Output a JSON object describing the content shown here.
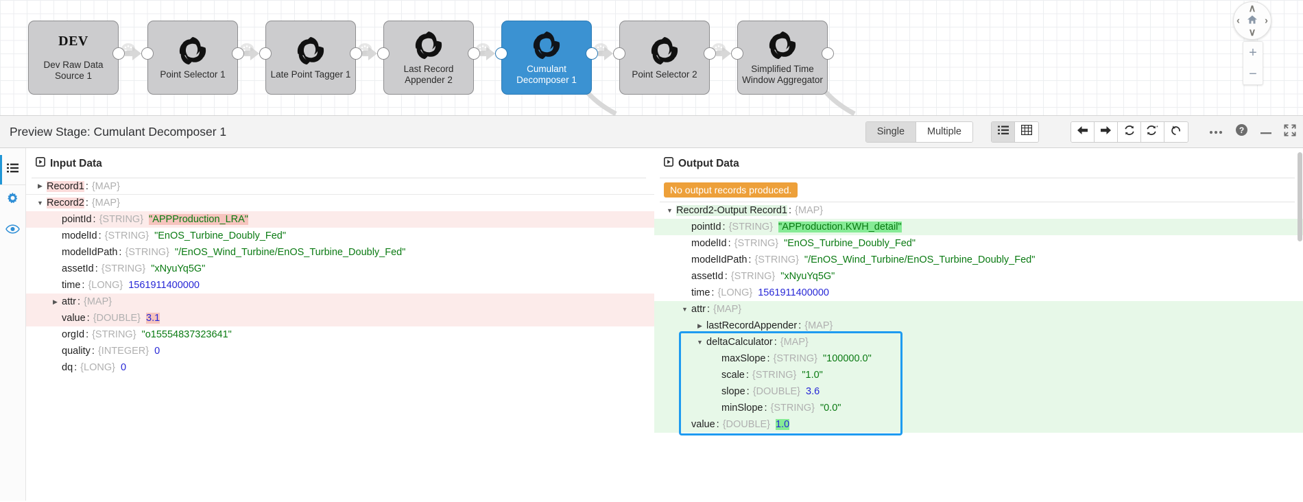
{
  "canvas": {
    "nodes": [
      {
        "name": "dev-raw-data-source-1",
        "title": "DEV",
        "label": "Dev Raw Data\nSource 1",
        "selected": false,
        "has_logo": false
      },
      {
        "name": "point-selector-1",
        "label": "Point Selector 1",
        "selected": false,
        "has_logo": true
      },
      {
        "name": "late-point-tagger-1",
        "label": "Late Point Tagger 1",
        "selected": false,
        "has_logo": true
      },
      {
        "name": "last-record-appender-2",
        "label": "Last Record\nAppender 2",
        "selected": false,
        "has_logo": true
      },
      {
        "name": "cumulant-decomposer-1",
        "label": "Cumulant\nDecomposer 1",
        "selected": true,
        "has_logo": true
      },
      {
        "name": "point-selector-2",
        "label": "Point Selector 2",
        "selected": false,
        "has_logo": true
      },
      {
        "name": "simplified-time-window-aggregator",
        "label": "Simplified Time\nWindow Aggregator",
        "selected": false,
        "has_logo": true
      }
    ],
    "controls": {
      "pan_up": "∧",
      "pan_down": "∨",
      "pan_left": "‹",
      "pan_right": "›",
      "home": "⌂",
      "zoom_in": "+",
      "zoom_out": "−"
    },
    "selected_color": "#3b92d2"
  },
  "preview": {
    "title": "Preview Stage: Cumulant Decomposer 1",
    "mode_buttons": [
      {
        "label": "Single",
        "active": true
      },
      {
        "label": "Multiple",
        "active": false
      }
    ],
    "view_buttons": [
      {
        "icon": "list-view-icon",
        "active": true
      },
      {
        "icon": "table-view-icon",
        "active": false
      }
    ],
    "nav_buttons": [
      {
        "icon": "arrow-left-icon"
      },
      {
        "icon": "arrow-right-icon"
      },
      {
        "icon": "refresh-icon"
      },
      {
        "icon": "refresh-star-icon"
      },
      {
        "icon": "undo-icon"
      }
    ],
    "plain_buttons": [
      {
        "icon": "more-options-icon"
      },
      {
        "icon": "help-icon"
      },
      {
        "icon": "minimize-icon"
      },
      {
        "icon": "expand-icon"
      }
    ]
  },
  "rail": {
    "items": [
      {
        "name": "sidebar-item-list",
        "icon": "list-icon",
        "active": true
      },
      {
        "name": "sidebar-item-settings",
        "icon": "gear-icon",
        "active": false
      },
      {
        "name": "sidebar-item-preview",
        "icon": "eye-icon",
        "active": false
      }
    ]
  },
  "input_panel": {
    "heading": "Input Data",
    "icon": "play-box-icon",
    "rows": [
      {
        "indent": 0,
        "tri": "▶",
        "key": "Record1",
        "key_hl": "pink",
        "type": "{MAP}",
        "value": "",
        "val_kind": "",
        "row_hl": "",
        "sep": true
      },
      {
        "indent": 0,
        "tri": "▼",
        "key": "Record2",
        "key_hl": "pink",
        "type": "{MAP}",
        "value": "",
        "val_kind": "",
        "row_hl": "",
        "sep": false
      },
      {
        "indent": 1,
        "tri": "",
        "key": "pointId",
        "key_hl": "",
        "type": "{STRING}",
        "value": "\"APPProduction_LRA\"",
        "val_kind": "str",
        "val_hl": "pink",
        "row_hl": "pink",
        "sep": false
      },
      {
        "indent": 1,
        "tri": "",
        "key": "modelId",
        "key_hl": "",
        "type": "{STRING}",
        "value": "\"EnOS_Turbine_Doubly_Fed\"",
        "val_kind": "str",
        "val_hl": "",
        "row_hl": "",
        "sep": false
      },
      {
        "indent": 1,
        "tri": "",
        "key": "modelIdPath",
        "key_hl": "",
        "type": "{STRING}",
        "value": "\"/EnOS_Wind_Turbine/EnOS_Turbine_Doubly_Fed\"",
        "val_kind": "str",
        "val_hl": "",
        "row_hl": "",
        "sep": false
      },
      {
        "indent": 1,
        "tri": "",
        "key": "assetId",
        "key_hl": "",
        "type": "{STRING}",
        "value": "\"xNyuYq5G\"",
        "val_kind": "str",
        "val_hl": "",
        "row_hl": "",
        "sep": false
      },
      {
        "indent": 1,
        "tri": "",
        "key": "time",
        "key_hl": "",
        "type": "{LONG}",
        "value": "1561911400000",
        "val_kind": "num",
        "val_hl": "",
        "row_hl": "",
        "sep": false
      },
      {
        "indent": 1,
        "tri": "▶",
        "key": "attr",
        "key_hl": "",
        "type": "{MAP}",
        "value": "",
        "val_kind": "",
        "val_hl": "",
        "row_hl": "pink",
        "sep": false
      },
      {
        "indent": 1,
        "tri": "",
        "key": "value",
        "key_hl": "",
        "type": "{DOUBLE}",
        "value": "3.1",
        "val_kind": "num",
        "val_hl": "pink",
        "row_hl": "pink",
        "sep": false
      },
      {
        "indent": 1,
        "tri": "",
        "key": "orgId",
        "key_hl": "",
        "type": "{STRING}",
        "value": "\"o15554837323641\"",
        "val_kind": "str",
        "val_hl": "",
        "row_hl": "",
        "sep": false
      },
      {
        "indent": 1,
        "tri": "",
        "key": "quality",
        "key_hl": "",
        "type": "{INTEGER}",
        "value": "0",
        "val_kind": "num",
        "val_hl": "",
        "row_hl": "",
        "sep": false
      },
      {
        "indent": 1,
        "tri": "",
        "key": "dq",
        "key_hl": "",
        "type": "{LONG}",
        "value": "0",
        "val_kind": "num",
        "val_hl": "",
        "row_hl": "",
        "sep": false
      }
    ]
  },
  "output_panel": {
    "heading": "Output Data",
    "icon": "play-box-icon",
    "badge": "No output records produced.",
    "badge_color": "#eda03a",
    "rows": [
      {
        "indent": 0,
        "tri": "▼",
        "key": "Record2-Output Record1",
        "key_hl": "green",
        "type": "{MAP}",
        "value": "",
        "val_kind": "",
        "val_hl": "",
        "row_hl": "",
        "sep": false
      },
      {
        "indent": 1,
        "tri": "",
        "key": "pointId",
        "key_hl": "",
        "type": "{STRING}",
        "value": "\"APProduction.KWH_detail\"",
        "val_kind": "str",
        "val_hl": "green",
        "row_hl": "green",
        "sep": false
      },
      {
        "indent": 1,
        "tri": "",
        "key": "modelId",
        "key_hl": "",
        "type": "{STRING}",
        "value": "\"EnOS_Turbine_Doubly_Fed\"",
        "val_kind": "str",
        "val_hl": "",
        "row_hl": "",
        "sep": false
      },
      {
        "indent": 1,
        "tri": "",
        "key": "modelIdPath",
        "key_hl": "",
        "type": "{STRING}",
        "value": "\"/EnOS_Wind_Turbine/EnOS_Turbine_Doubly_Fed\"",
        "val_kind": "str",
        "val_hl": "",
        "row_hl": "",
        "sep": false
      },
      {
        "indent": 1,
        "tri": "",
        "key": "assetId",
        "key_hl": "",
        "type": "{STRING}",
        "value": "\"xNyuYq5G\"",
        "val_kind": "str",
        "val_hl": "",
        "row_hl": "",
        "sep": false
      },
      {
        "indent": 1,
        "tri": "",
        "key": "time",
        "key_hl": "",
        "type": "{LONG}",
        "value": "1561911400000",
        "val_kind": "num",
        "val_hl": "",
        "row_hl": "",
        "sep": false
      },
      {
        "indent": 1,
        "tri": "▼",
        "key": "attr",
        "key_hl": "",
        "type": "{MAP}",
        "value": "",
        "val_kind": "",
        "val_hl": "",
        "row_hl": "green",
        "sep": false
      },
      {
        "indent": 2,
        "tri": "▶",
        "key": "lastRecordAppender",
        "key_hl": "",
        "type": "{MAP}",
        "value": "",
        "val_kind": "",
        "val_hl": "",
        "row_hl": "green",
        "sep": false
      },
      {
        "indent": 2,
        "tri": "▼",
        "key": "deltaCalculator",
        "key_hl": "",
        "type": "{MAP}",
        "value": "",
        "val_kind": "",
        "val_hl": "",
        "row_hl": "green",
        "sep": false
      },
      {
        "indent": 3,
        "tri": "",
        "key": "maxSlope",
        "key_hl": "",
        "type": "{STRING}",
        "value": "\"100000.0\"",
        "val_kind": "str",
        "val_hl": "",
        "row_hl": "green",
        "sep": false
      },
      {
        "indent": 3,
        "tri": "",
        "key": "scale",
        "key_hl": "",
        "type": "{STRING}",
        "value": "\"1.0\"",
        "val_kind": "str",
        "val_hl": "",
        "row_hl": "green",
        "sep": false
      },
      {
        "indent": 3,
        "tri": "",
        "key": "slope",
        "key_hl": "",
        "type": "{DOUBLE}",
        "value": "3.6",
        "val_kind": "num",
        "val_hl": "",
        "row_hl": "green",
        "sep": false
      },
      {
        "indent": 3,
        "tri": "",
        "key": "minSlope",
        "key_hl": "",
        "type": "{STRING}",
        "value": "\"0.0\"",
        "val_kind": "str",
        "val_hl": "",
        "row_hl": "green",
        "sep": false
      },
      {
        "indent": 1,
        "tri": "",
        "key": "value",
        "key_hl": "",
        "type": "{DOUBLE}",
        "value": "1.0",
        "val_kind": "num",
        "val_hl": "green",
        "row_hl": "green",
        "sep": false
      }
    ],
    "highlight_box_color": "#1e9bf0"
  }
}
